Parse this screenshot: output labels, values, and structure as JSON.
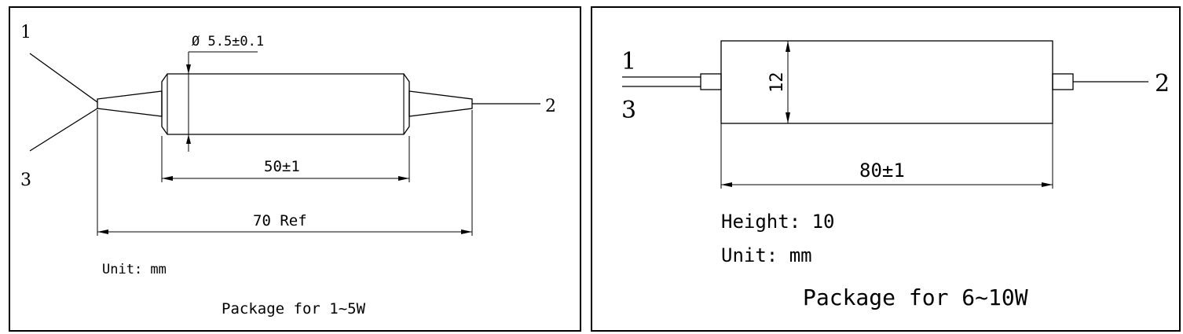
{
  "left_panel": {
    "port_1": "1",
    "port_2": "2",
    "port_3": "3",
    "diameter_dim": "Ø 5.5±0.1",
    "body_length_dim": "50±1",
    "total_length_dim": "70 Ref",
    "unit": "Unit: mm",
    "caption": "Package for 1~5W"
  },
  "right_panel": {
    "port_1": "1",
    "port_2": "2",
    "port_3": "3",
    "width_dim": "12",
    "length_dim": "80±1",
    "height": "Height: 10",
    "unit": "Unit: mm",
    "caption": "Package for 6~10W"
  }
}
